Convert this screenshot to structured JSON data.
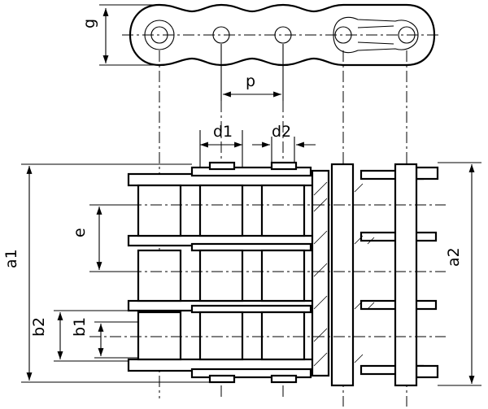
{
  "labels": {
    "g": "g",
    "p": "p",
    "d1": "d1",
    "d2": "d2",
    "e": "e",
    "a1": "a1",
    "a2": "a2",
    "b1": "b1",
    "b2": "b2"
  },
  "colors": {
    "line": "#000000",
    "background": "#ffffff"
  }
}
